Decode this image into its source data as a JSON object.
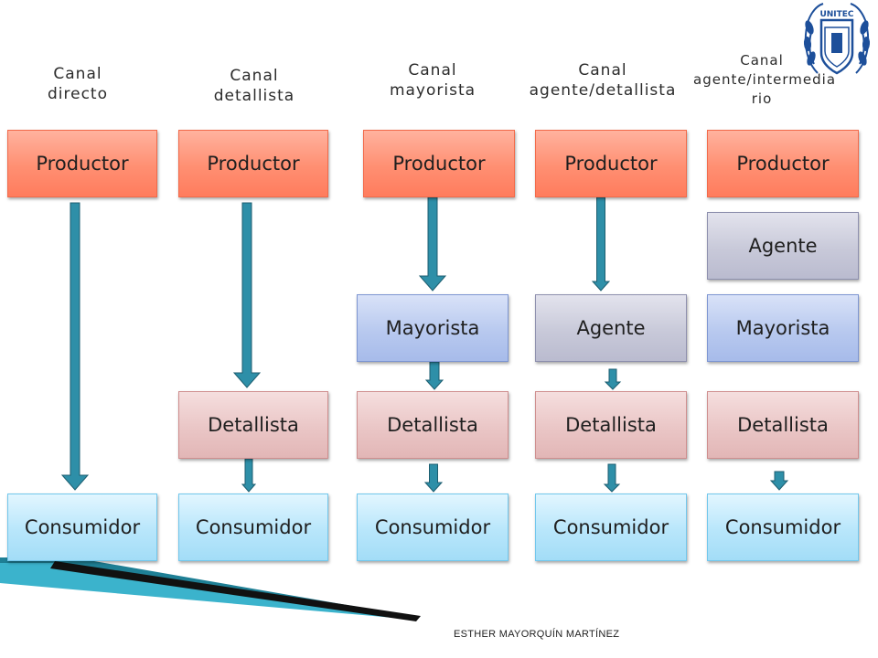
{
  "columns": [
    {
      "title": [
        "Canal",
        "directo"
      ],
      "nodes": [
        "Productor",
        "Consumidor"
      ]
    },
    {
      "title": [
        "Canal",
        "detallista"
      ],
      "nodes": [
        "Productor",
        "Detallista",
        "Consumidor"
      ]
    },
    {
      "title": [
        "Canal",
        "mayorista"
      ],
      "nodes": [
        "Productor",
        "Mayorista",
        "Detallista",
        "Consumidor"
      ]
    },
    {
      "title": [
        "Canal",
        "agente/detallista"
      ],
      "nodes": [
        "Productor",
        "Agente",
        "Detallista",
        "Consumidor"
      ]
    },
    {
      "title": [
        "Canal",
        "agente/intermedia",
        "rio"
      ],
      "nodes": [
        "Productor",
        "Agente",
        "Mayorista",
        "Detallista",
        "Consumidor"
      ]
    }
  ],
  "logo": {
    "text": "UNITEC",
    "icon": "unitec-logo-icon"
  },
  "footer": {
    "author": "ESTHER MAYORQUÍN MARTÍNEZ"
  },
  "colors": {
    "productor": "#ff8f72",
    "consumidor": "#b8e6fb",
    "detallista": "#eac6c6",
    "mayorista": "#b8c9ef",
    "agente": "#c8c9d9",
    "arrow": "#2e8fa8",
    "logo": "#1d4f9a"
  }
}
